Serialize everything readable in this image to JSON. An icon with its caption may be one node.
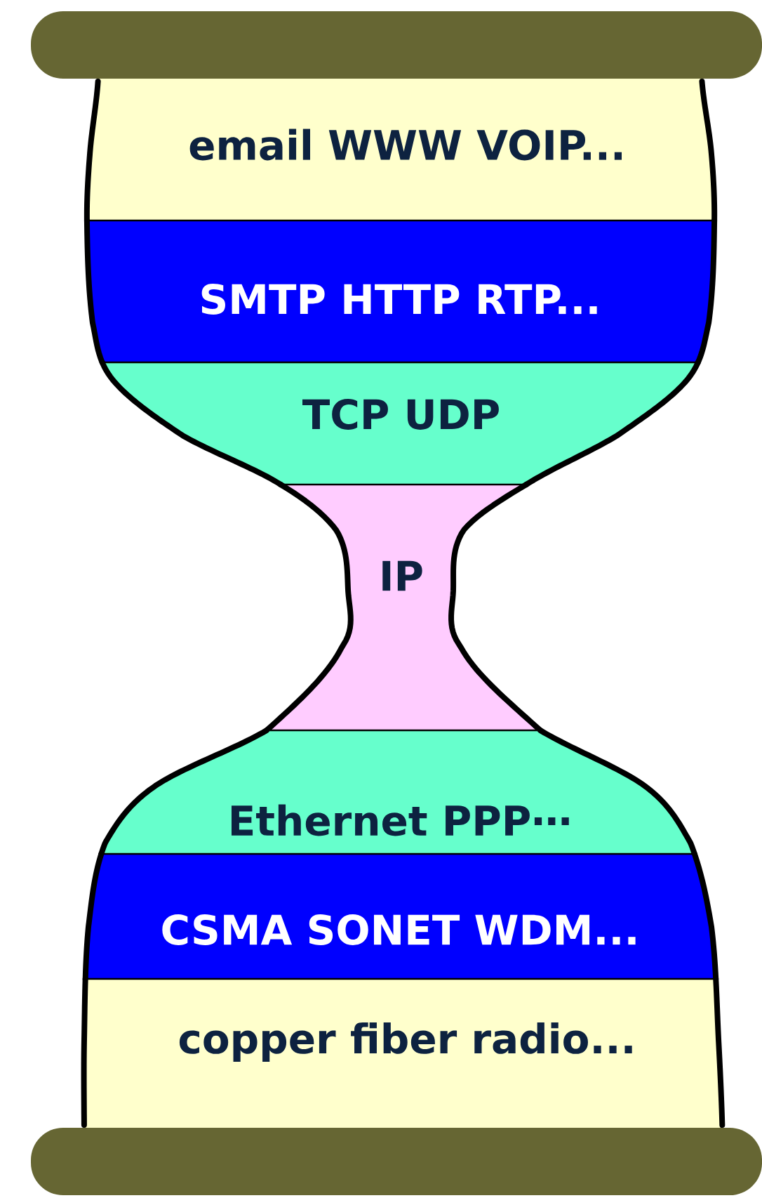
{
  "diagram": {
    "nodes": [
      {
        "text": [],
        "shape": "bar"
      },
      {
        "text": [
          "email  WWW  VOIP..."
        ]
      },
      {
        "text": [
          "SMTP  HTTP  RTP..."
        ]
      },
      {
        "text": [
          "TCP  UDP"
        ]
      },
      {
        "text": [
          "IP"
        ]
      },
      {
        "text": [
          "Ethernet  PPP⋯"
        ]
      },
      {
        "text": [
          "CSMA  SONET WDM..."
        ]
      },
      {
        "text": [
          "copper  fiber  radio..."
        ]
      },
      {
        "text": [],
        "shape": "bar"
      }
    ]
  }
}
